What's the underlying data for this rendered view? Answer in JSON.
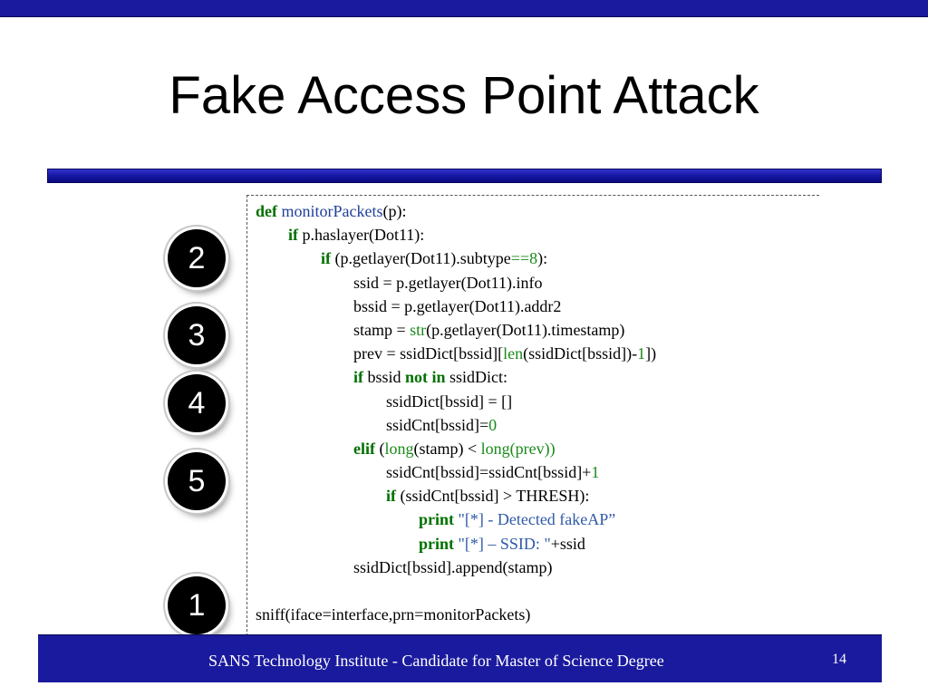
{
  "slide": {
    "title": "Fake Access Point Attack",
    "footer": "SANS Technology Institute - Candidate for Master of Science Degree",
    "page_number": "14"
  },
  "steps": [
    "2",
    "3",
    "4",
    "5",
    "1"
  ],
  "colors": {
    "banner": "#1a1a9e",
    "keyword": "#007000",
    "function": "#1f3f9a",
    "number": "#1a8a1a",
    "string": "#2f5aa8"
  },
  "code": [
    [
      {
        "t": "def",
        "c": "kw"
      },
      {
        "t": " "
      },
      {
        "t": "monitorPackets",
        "c": "fn"
      },
      {
        "t": "(p):"
      }
    ],
    [
      {
        "t": "        "
      },
      {
        "t": "if",
        "c": "kw"
      },
      {
        "t": " p.haslayer(Dot11):"
      }
    ],
    [
      {
        "t": "                "
      },
      {
        "t": "if",
        "c": "kw"
      },
      {
        "t": " (p.getlayer(Dot11).subtype"
      },
      {
        "t": "==8",
        "c": "num"
      },
      {
        "t": "):"
      }
    ],
    [
      {
        "t": "                        ssid = p.getlayer(Dot11).info"
      }
    ],
    [
      {
        "t": "                        bssid = p.getlayer(Dot11).addr2"
      }
    ],
    [
      {
        "t": "                        stamp = "
      },
      {
        "t": "str",
        "c": "bi"
      },
      {
        "t": "(p.getlayer(Dot11).timestamp)"
      }
    ],
    [
      {
        "t": "                        prev = ssidDict[bssid]["
      },
      {
        "t": "len",
        "c": "bi"
      },
      {
        "t": "(ssidDict[bssid])-"
      },
      {
        "t": "1",
        "c": "num"
      },
      {
        "t": "])"
      }
    ],
    [
      {
        "t": "                        "
      },
      {
        "t": "if",
        "c": "kw"
      },
      {
        "t": " bssid "
      },
      {
        "t": "not in",
        "c": "kw"
      },
      {
        "t": " ssidDict:"
      }
    ],
    [
      {
        "t": "                                ssidDict[bssid] = []"
      }
    ],
    [
      {
        "t": "                                ssidCnt[bssid]="
      },
      {
        "t": "0",
        "c": "num"
      }
    ],
    [
      {
        "t": "                        "
      },
      {
        "t": "elif",
        "c": "kw"
      },
      {
        "t": " ("
      },
      {
        "t": "long",
        "c": "bi"
      },
      {
        "t": "(stamp) < "
      },
      {
        "t": "long(prev))",
        "c": "bi"
      }
    ],
    [
      {
        "t": "                                ssidCnt[bssid]=ssidCnt[bssid]+"
      },
      {
        "t": "1",
        "c": "num"
      }
    ],
    [
      {
        "t": "                                "
      },
      {
        "t": "if",
        "c": "kw"
      },
      {
        "t": " (ssidCnt[bssid] > THRESH):"
      }
    ],
    [
      {
        "t": "                                        "
      },
      {
        "t": "print",
        "c": "kw"
      },
      {
        "t": " "
      },
      {
        "t": "\"[*] - Detected fakeAP”",
        "c": "str"
      }
    ],
    [
      {
        "t": "                                        "
      },
      {
        "t": "print",
        "c": "kw"
      },
      {
        "t": " "
      },
      {
        "t": "\"[*] – SSID: \"",
        "c": "str"
      },
      {
        "t": "+ssid"
      }
    ],
    [
      {
        "t": "                        ssidDict[bssid].append(stamp)"
      }
    ],
    [
      {
        "t": ""
      }
    ],
    [
      {
        "t": "sniff(iface=interface,prn=monitorPackets)"
      }
    ]
  ]
}
